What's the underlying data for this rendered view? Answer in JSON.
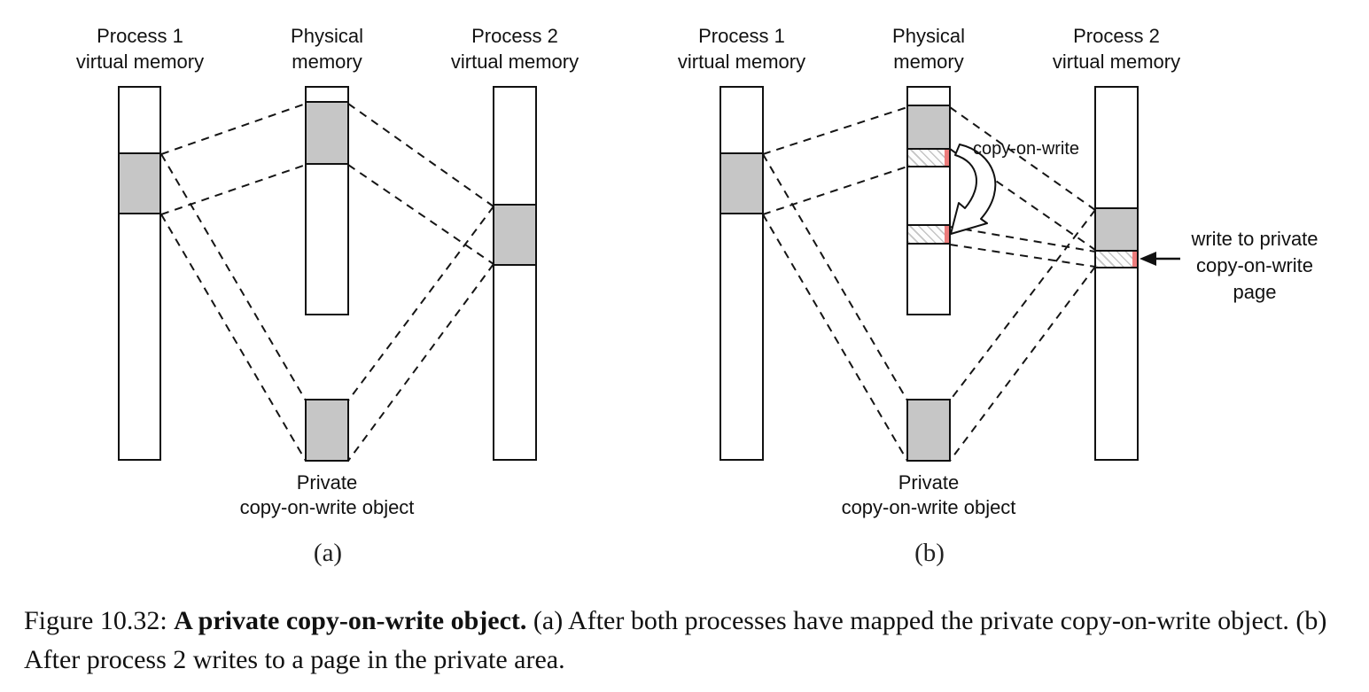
{
  "figure": {
    "panels": {
      "a": {
        "sub_label": "(a)",
        "columns": {
          "process1": {
            "label_line1": "Process 1",
            "label_line2": "virtual memory"
          },
          "physical": {
            "label_line1": "Physical",
            "label_line2": "memory"
          },
          "process2": {
            "label_line1": "Process 2",
            "label_line2": "virtual memory"
          }
        },
        "object_label_line1": "Private",
        "object_label_line2": "copy-on-write object"
      },
      "b": {
        "sub_label": "(b)",
        "columns": {
          "process1": {
            "label_line1": "Process 1",
            "label_line2": "virtual memory"
          },
          "physical": {
            "label_line1": "Physical",
            "label_line2": "memory"
          },
          "process2": {
            "label_line1": "Process 2",
            "label_line2": "virtual memory"
          }
        },
        "object_label_line1": "Private",
        "object_label_line2": "copy-on-write object",
        "copy_on_write_label": "copy-on-write",
        "write_annotation_line1": "write to private",
        "write_annotation_line2": "copy-on-write",
        "write_annotation_line3": "page"
      }
    },
    "caption": {
      "prefix": "Figure 10.32: ",
      "bold": "A private copy-on-write object.",
      "rest": " (a) After both processes have mapped the private copy-on-write object. (b) After process 2 writes to a page in the private area."
    },
    "colors": {
      "region_gray": "#c6c6c6",
      "hatch_gray": "#969696",
      "copy_on_write_red": "#ec7c7c",
      "line_black": "#111111"
    }
  }
}
